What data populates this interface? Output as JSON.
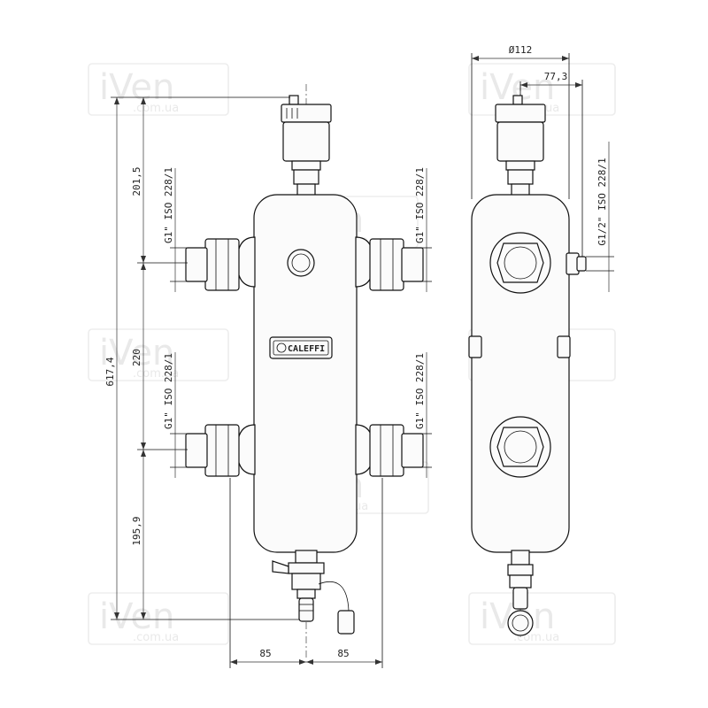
{
  "watermark": {
    "brand": "iVen",
    "domain": ".com.ua"
  },
  "front_view": {
    "dimensions": {
      "overall_height": "617,4",
      "top_to_upper_ports": "201,5",
      "between_ports": "220",
      "lower_ports_to_bottom": "195,9",
      "left_port_offset": "85",
      "right_port_offset": "85"
    },
    "port_labels": {
      "upper_left": "G1\" ISO 228/1",
      "upper_right": "G1\" ISO 228/1",
      "lower_left": "G1\" ISO 228/1",
      "lower_right": "G1\" ISO 228/1"
    },
    "logo_text": "CALEFFI"
  },
  "side_view": {
    "dimensions": {
      "diameter": "Ø112",
      "side_port_offset": "77,3"
    },
    "side_port_label": "G1/2\" ISO 228/1"
  }
}
